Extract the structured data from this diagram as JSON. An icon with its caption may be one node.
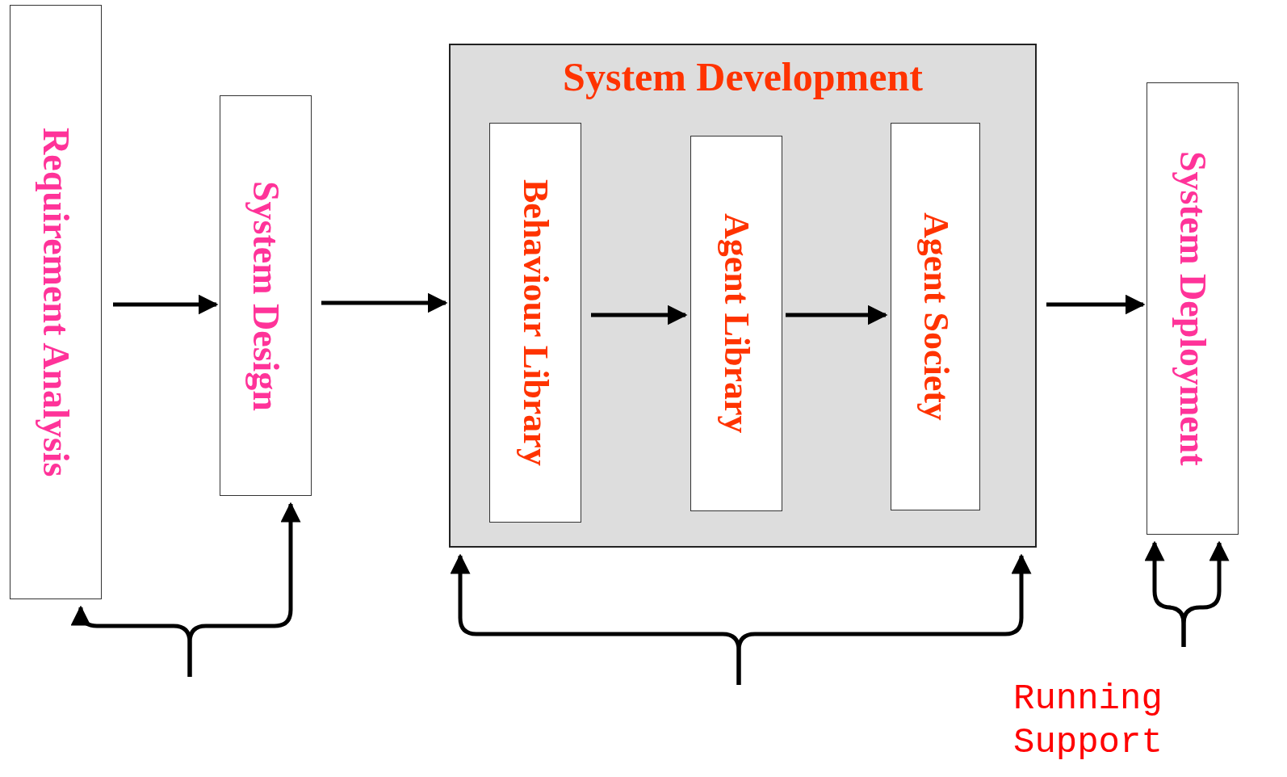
{
  "diagram": {
    "nodes": [
      {
        "text": [
          "Requirement Analysis"
        ]
      },
      {
        "text": [
          "System Design"
        ]
      },
      {
        "text": [
          "System Development"
        ]
      },
      {
        "text": [
          "Behaviour Library"
        ],
        "in": 2
      },
      {
        "text": [
          "Agent Library"
        ],
        "in": 2
      },
      {
        "text": [
          "Agent Society"
        ],
        "in": 2
      },
      {
        "text": [
          "System Deployment"
        ]
      },
      {
        "text": [
          "Running Support"
        ]
      }
    ],
    "edges": [
      {
        "from": 0,
        "to": 1,
        "arrow": "to"
      },
      {
        "from": 1,
        "to": 2,
        "arrow": "to"
      },
      {
        "from": 3,
        "to": 4,
        "arrow": "to"
      },
      {
        "from": 4,
        "to": 5,
        "arrow": "to"
      },
      {
        "from": 2,
        "to": 6,
        "arrow": "to"
      },
      {
        "from": null,
        "to": 0,
        "arrow": "to"
      },
      {
        "from": null,
        "to": 1,
        "arrow": "to"
      },
      {
        "from": null,
        "to": 2,
        "arrow": "to"
      },
      {
        "from": null,
        "to": 2,
        "arrow": "to"
      },
      {
        "from": 7,
        "to": 6,
        "arrow": "to"
      },
      {
        "from": 7,
        "to": 6,
        "arrow": "to"
      }
    ]
  }
}
